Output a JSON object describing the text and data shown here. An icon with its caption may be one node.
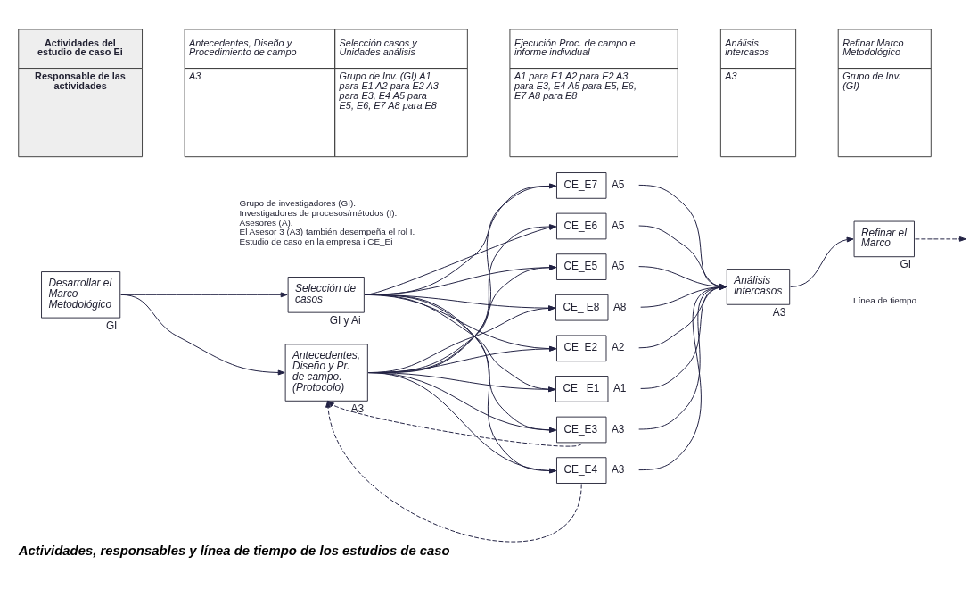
{
  "diagram": {
    "caption": "Actividades, responsables y línea de tiempo de los estudios de caso",
    "nodes": [
      {
        "text": [
          "Desarrollar el Marco Metodológico"
        ],
        "beside": [
          "GI"
        ]
      },
      {
        "text": [
          "Selección de casos"
        ],
        "beside": [
          "GI y Ai"
        ]
      },
      {
        "text": [
          "Antecedentes, Diseño y Pr. de campo. (Protocolo)"
        ],
        "beside": [
          "A3"
        ]
      },
      {
        "text": [
          "CE_E7"
        ],
        "beside": [
          "A5"
        ]
      },
      {
        "text": [
          "CE_E6"
        ],
        "beside": [
          "A5"
        ]
      },
      {
        "text": [
          "CE_E5"
        ],
        "beside": [
          "A5"
        ]
      },
      {
        "text": [
          "CE_ E8"
        ],
        "beside": [
          "A8"
        ]
      },
      {
        "text": [
          "CE_E2"
        ],
        "beside": [
          "A2"
        ]
      },
      {
        "text": [
          "CE_ E1"
        ],
        "beside": [
          "A1"
        ]
      },
      {
        "text": [
          "CE_E3"
        ],
        "beside": [
          "A3"
        ]
      },
      {
        "text": [
          "CE_E4"
        ],
        "beside": [
          "A3"
        ]
      },
      {
        "text": [
          "Análisis intercasos"
        ],
        "beside": [
          "A3"
        ]
      },
      {
        "text": [
          "Refinar el Marco"
        ],
        "beside": [
          "GI"
        ]
      }
    ],
    "edges": [
      {
        "from": 0,
        "to": 1,
        "arrow": "to"
      },
      {
        "from": 0,
        "to": 2,
        "arrow": "to"
      },
      {
        "from": 1,
        "to": 3,
        "arrow": "to"
      },
      {
        "from": 1,
        "to": 4,
        "arrow": "to"
      },
      {
        "from": 1,
        "to": 5,
        "arrow": "to"
      },
      {
        "from": 1,
        "to": 6,
        "arrow": "to"
      },
      {
        "from": 1,
        "to": 7,
        "arrow": "to"
      },
      {
        "from": 1,
        "to": 8,
        "arrow": "to"
      },
      {
        "from": 1,
        "to": 9,
        "arrow": "to"
      },
      {
        "from": 1,
        "to": 10,
        "arrow": "to"
      },
      {
        "from": 2,
        "to": 3,
        "arrow": "to"
      },
      {
        "from": 2,
        "to": 4,
        "arrow": "to"
      },
      {
        "from": 2,
        "to": 5,
        "arrow": "to"
      },
      {
        "from": 2,
        "to": 6,
        "arrow": "to"
      },
      {
        "from": 2,
        "to": 7,
        "arrow": "to"
      },
      {
        "from": 2,
        "to": 8,
        "arrow": "to"
      },
      {
        "from": 2,
        "to": 9,
        "arrow": "to"
      },
      {
        "from": 2,
        "to": 10,
        "arrow": "to"
      },
      {
        "from": 3,
        "to": 11,
        "arrow": "to"
      },
      {
        "from": 4,
        "to": 11,
        "arrow": "to"
      },
      {
        "from": 5,
        "to": 11,
        "arrow": "to"
      },
      {
        "from": 6,
        "to": 11,
        "arrow": "to"
      },
      {
        "from": 7,
        "to": 11,
        "arrow": "to"
      },
      {
        "from": 8,
        "to": 11,
        "arrow": "to"
      },
      {
        "from": 9,
        "to": 11,
        "arrow": "to"
      },
      {
        "from": 10,
        "to": 11,
        "arrow": "to"
      },
      {
        "from": 11,
        "to": 12,
        "arrow": "to"
      },
      {
        "from": 12,
        "to": null,
        "arrow": "to",
        "style": "dashed"
      },
      {
        "from": 9,
        "to": 2,
        "arrow": "to",
        "style": "dashed"
      },
      {
        "from": 10,
        "to": 2,
        "arrow": "to",
        "style": "dashed"
      }
    ],
    "labels": [
      "Actividades del estudio de caso Ei",
      "Antecedentes, Diseño y Procedimiento de campo",
      "Selección casos y Unidades análisis",
      "Ejecución Proc. de campo e informe individual",
      "Análisis intercasos",
      "Refinar Marco Metodológico",
      "Responsable de las actividades",
      "A3",
      "Grupo de Inv. (GI) A1 para E1 A2 para E2 A3 para E3, E4 A5 para E5, E6, E7 A8 para E8",
      "A1 para E1 A2 para E2 A3 para E3, E4 A5 para E5, E6, E7 A8 para E8",
      "A3",
      "Grupo de Inv. (GI)",
      "Grupo de investigadores (GI).",
      "Investigadores de procesos/métodos (I).",
      "Asesores (A).",
      "El Asesor 3 (A3) también desempeña el rol I.",
      "Estudio de caso en la empresa i CE_Ei",
      "Línea de tiempo"
    ]
  }
}
